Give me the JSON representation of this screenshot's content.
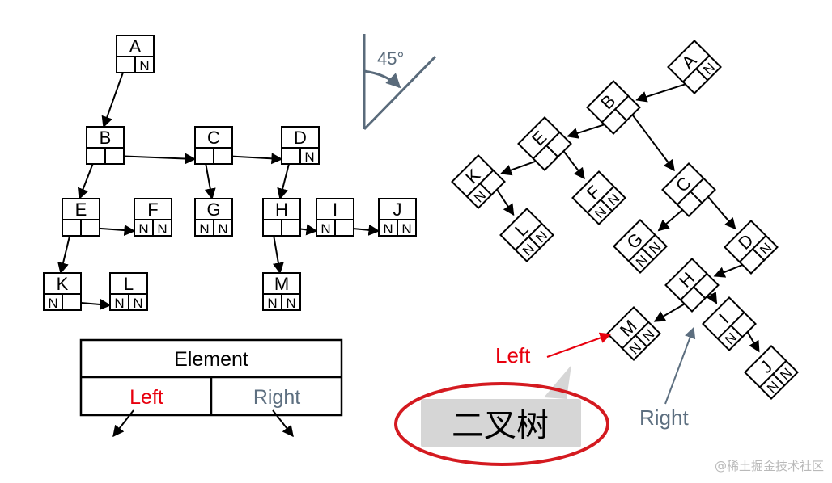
{
  "tree_left": {
    "nodes": [
      {
        "id": "A",
        "label": "A",
        "left": "",
        "right": "N"
      },
      {
        "id": "B",
        "label": "B",
        "left": "",
        "right": ""
      },
      {
        "id": "C",
        "label": "C",
        "left": "",
        "right": ""
      },
      {
        "id": "D",
        "label": "D",
        "left": "",
        "right": "N"
      },
      {
        "id": "E",
        "label": "E",
        "left": "",
        "right": ""
      },
      {
        "id": "F",
        "label": "F",
        "left": "N",
        "right": "N"
      },
      {
        "id": "G",
        "label": "G",
        "left": "N",
        "right": "N"
      },
      {
        "id": "H",
        "label": "H",
        "left": "",
        "right": ""
      },
      {
        "id": "I",
        "label": "I",
        "left": "N",
        "right": ""
      },
      {
        "id": "J",
        "label": "J",
        "left": "N",
        "right": "N"
      },
      {
        "id": "K",
        "label": "K",
        "left": "N",
        "right": ""
      },
      {
        "id": "L",
        "label": "L",
        "left": "N",
        "right": "N"
      },
      {
        "id": "M",
        "label": "M",
        "left": "N",
        "right": "N"
      }
    ],
    "edges": [
      [
        "A",
        "B"
      ],
      [
        "B",
        "C"
      ],
      [
        "C",
        "D"
      ],
      [
        "B",
        "E"
      ],
      [
        "C",
        "G"
      ],
      [
        "D",
        "H"
      ],
      [
        "E",
        "F"
      ],
      [
        "E",
        "K"
      ],
      [
        "K",
        "L"
      ],
      [
        "H",
        "I"
      ],
      [
        "I",
        "J"
      ],
      [
        "H",
        "M"
      ]
    ]
  },
  "tree_right": {
    "nodes": [
      {
        "id": "A",
        "label": "A",
        "left": "",
        "right": "N"
      },
      {
        "id": "B",
        "label": "B",
        "left": "",
        "right": ""
      },
      {
        "id": "E",
        "label": "E",
        "left": "",
        "right": ""
      },
      {
        "id": "K",
        "label": "K",
        "left": "N",
        "right": ""
      },
      {
        "id": "L",
        "label": "L",
        "left": "N",
        "right": "N"
      },
      {
        "id": "F",
        "label": "F",
        "left": "N",
        "right": "N"
      },
      {
        "id": "C",
        "label": "C",
        "left": "",
        "right": ""
      },
      {
        "id": "G",
        "label": "G",
        "left": "N",
        "right": "N"
      },
      {
        "id": "D",
        "label": "D",
        "left": "",
        "right": "N"
      },
      {
        "id": "H",
        "label": "H",
        "left": "",
        "right": ""
      },
      {
        "id": "M",
        "label": "M",
        "left": "N",
        "right": "N"
      },
      {
        "id": "I",
        "label": "I",
        "left": "N",
        "right": ""
      },
      {
        "id": "J",
        "label": "J",
        "left": "N",
        "right": "N"
      }
    ],
    "edges": [
      [
        "A",
        "B"
      ],
      [
        "B",
        "E"
      ],
      [
        "B",
        "C"
      ],
      [
        "E",
        "K"
      ],
      [
        "E",
        "F"
      ],
      [
        "K",
        "L"
      ],
      [
        "C",
        "G"
      ],
      [
        "C",
        "D"
      ],
      [
        "D",
        "H"
      ],
      [
        "H",
        "M"
      ],
      [
        "H",
        "I"
      ],
      [
        "I",
        "J"
      ]
    ]
  },
  "angle_label": "45°",
  "legend": {
    "element": "Element",
    "left": "Left",
    "right": "Right"
  },
  "callouts": {
    "left": "Left",
    "right": "Right"
  },
  "title_badge": "二叉树",
  "watermark": "@稀土掘金技术社区",
  "colors": {
    "left": "#e8000e",
    "right": "#5d6f80",
    "ellipse": "#d41a20",
    "angle": "#5a6b7b",
    "badge": "#d6d6d6"
  }
}
